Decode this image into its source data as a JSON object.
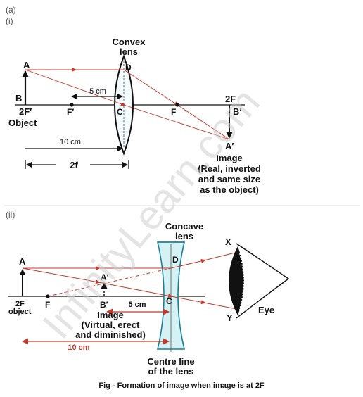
{
  "part_a": "(a)",
  "part_i": "(i)",
  "part_ii": "(ii)",
  "watermark": "InfinityLearn.com",
  "fig_i": {
    "lens_title_1": "Convex",
    "lens_title_2": "lens",
    "A": "A",
    "B": "B",
    "D": "D",
    "C": "C",
    "F": "F",
    "F_prime": "F′",
    "twoF_prime": "2F′",
    "object": "Object",
    "twoF": "2F",
    "B_prime": "B′",
    "A_prime": "A′",
    "five_cm": "5 cm",
    "ten_cm": "10 cm",
    "two_f": "2f",
    "image_1": "Image",
    "image_2": "(Real, inverted",
    "image_3": "and same size",
    "image_4": "as the object)"
  },
  "fig_ii": {
    "lens_title_1": "Concave",
    "lens_title_2": "lens",
    "A": "A",
    "A_prime": "A′",
    "B_prime": "B′",
    "D": "D",
    "C": "C",
    "F": "F",
    "X": "X",
    "Y": "Y",
    "eye": "Eye",
    "twoF": "2F",
    "object": "object",
    "five_cm": "5 cm",
    "ten_cm": "10 cm",
    "image_1": "Image",
    "image_2": "(Virtual, erect",
    "image_3": "and diminished)",
    "centre_1": "Centre line",
    "centre_2": "of the lens"
  },
  "caption": "Fig - Formation of image when image is at 2F",
  "colors": {
    "ray": "#c0392b",
    "lens_fill": "#d4f1f4",
    "lens_stroke": "#1a7f9a"
  }
}
